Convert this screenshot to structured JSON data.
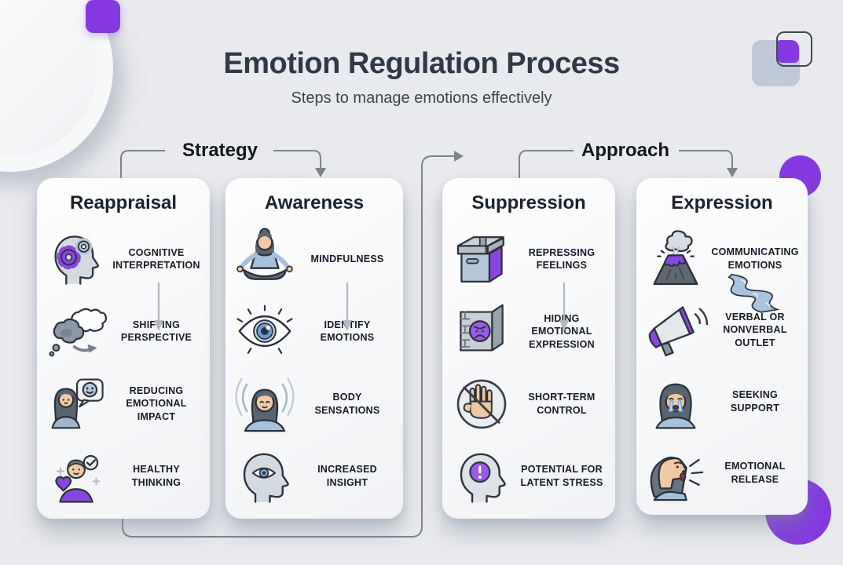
{
  "header": {
    "title": "Emotion Regulation Process",
    "subtitle": "Steps to manage emotions effectively"
  },
  "groups": [
    {
      "label": "Strategy"
    },
    {
      "label": "Approach"
    }
  ],
  "columns": [
    {
      "title": "Reappraisal",
      "group": "Strategy",
      "connector_after_first": "arrow",
      "items": [
        {
          "label": "COGNITIVE\nINTERPRETATION",
          "icon": "head-gears-icon"
        },
        {
          "label": "SHIFTING\nPERSPECTIVE",
          "icon": "thought-clouds-icon"
        },
        {
          "label": "REDUCING\nEMOTIONAL\nIMPACT",
          "icon": "positive-self-talk-icon"
        },
        {
          "label": "HEALTHY\nTHINKING",
          "icon": "healthy-mind-person-icon"
        }
      ]
    },
    {
      "title": "Awareness",
      "group": "Strategy",
      "connector_after_first": "arrow",
      "items": [
        {
          "label": "MINDFULNESS",
          "icon": "meditating-person-icon"
        },
        {
          "label": "IDENTIFY\nEMOTIONS",
          "icon": "open-eye-icon"
        },
        {
          "label": "BODY\nSENSATIONS",
          "icon": "calm-person-waves-icon"
        },
        {
          "label": "INCREASED\nINSIGHT",
          "icon": "insight-head-eye-icon"
        }
      ]
    },
    {
      "title": "Suppression",
      "group": "Approach",
      "connector_after_first": "arrow",
      "items": [
        {
          "label": "REPRESSING\nFEELINGS",
          "icon": "storage-box-icon"
        },
        {
          "label": "HIDING\nEMOTIONAL\nEXPRESSION",
          "icon": "wall-hidden-face-icon"
        },
        {
          "label": "SHORT-TERM\nCONTROL",
          "icon": "stop-hand-icon"
        },
        {
          "label": "POTENTIAL FOR\nLATENT STRESS",
          "icon": "stress-alert-head-icon"
        }
      ]
    },
    {
      "title": "Expression",
      "group": "Approach",
      "connector_after_first": "river",
      "items": [
        {
          "label": "COMMUNICATING\nEMOTIONS",
          "icon": "volcano-icon"
        },
        {
          "label": "VERBAL OR\nNONVERBAL\nOUTLET",
          "icon": "megaphone-icon"
        },
        {
          "label": "SEEKING\nSUPPORT",
          "icon": "crying-person-icon"
        },
        {
          "label": "EMOTIONAL\nRELEASE",
          "icon": "shouting-person-icon"
        }
      ]
    }
  ],
  "colors": {
    "background": "#e9eaee",
    "accent_purple": "#8639e0",
    "card_surface": "#fbfcfe",
    "connector_gray": "#7d848d",
    "inner_arrow_gray": "#b4bbc5",
    "ink": "#1b222c",
    "blue_gray": "#b4c1d2"
  }
}
